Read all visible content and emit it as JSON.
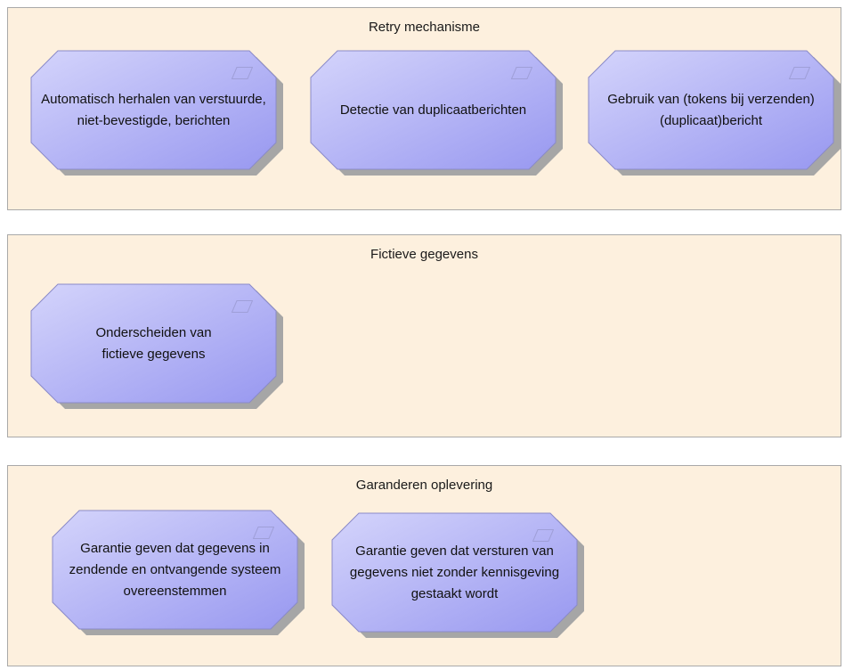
{
  "colors": {
    "group_fill": "#fdf0de",
    "group_border": "#a9a9a9",
    "node_fill_light": "#d4d4fb",
    "node_fill_dark": "#9898f0",
    "node_shadow": "#a6a6a6"
  },
  "groups": [
    {
      "title": "Retry mechanisme",
      "nodes": [
        {
          "label": "Automatisch herhalen van verstuurde, niet-bevestigde, berichten",
          "icon": "representation-icon"
        },
        {
          "label": "Detectie van duplicaatberichten",
          "icon": "representation-icon"
        },
        {
          "label": "Gebruik van (tokens bij verzenden) (duplicaat)bericht",
          "icon": "representation-icon"
        }
      ]
    },
    {
      "title": "Fictieve gegevens",
      "nodes": [
        {
          "label": "Onderscheiden van fictieve gegevens",
          "icon": "representation-icon"
        }
      ]
    },
    {
      "title": "Garanderen oplevering",
      "nodes": [
        {
          "label": "Garantie geven dat gegevens in zendende en ontvangende systeem overeenstemmen",
          "icon": "representation-icon"
        },
        {
          "label": "Garantie geven dat versturen van gegevens niet zonder kennisgeving gestaakt wordt",
          "icon": "representation-icon"
        }
      ]
    }
  ]
}
